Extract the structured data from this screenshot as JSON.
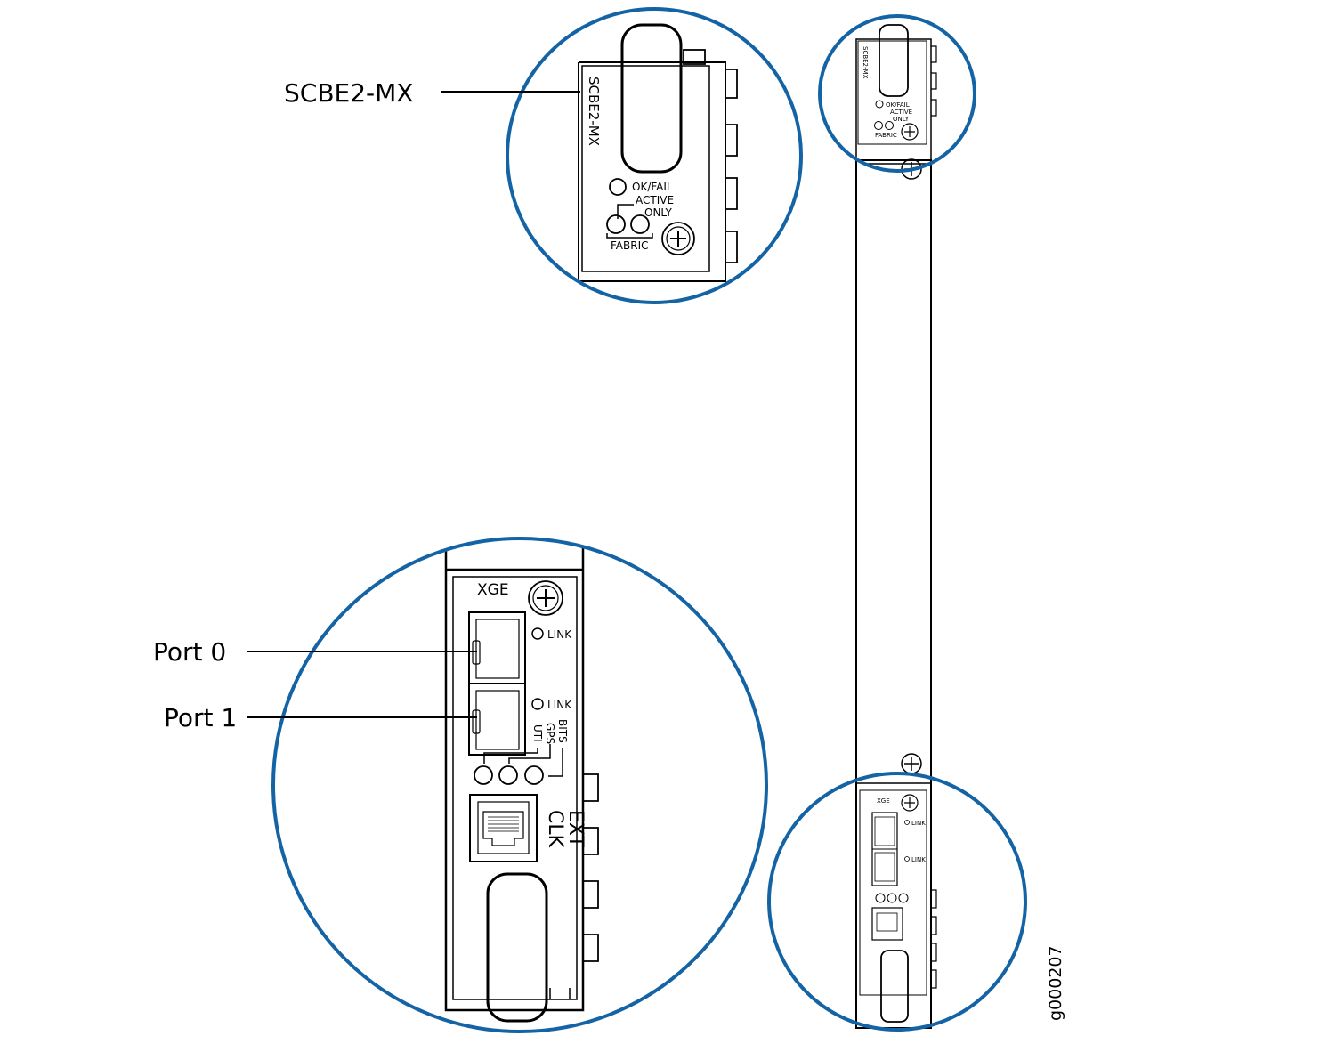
{
  "callouts": {
    "module_label": "SCBE2-MX",
    "port0": "Port 0",
    "port1": "Port 1"
  },
  "panel_top": {
    "card_label": "SCBE2-MX",
    "led_okfail": "OK/FAIL",
    "led_active": "ACTIVE",
    "led_only": "ONLY",
    "fabric": "FABRIC"
  },
  "panel_bottom": {
    "xge": "XGE",
    "link0": "LINK",
    "link1": "LINK",
    "bits": "BITS",
    "gps": "GPS",
    "uti": "UTI",
    "ext": "EXT",
    "clk": "CLK"
  },
  "figure_id": "g000207",
  "colors": {
    "magnifier_circle": "#1464a5",
    "line": "#000000"
  }
}
